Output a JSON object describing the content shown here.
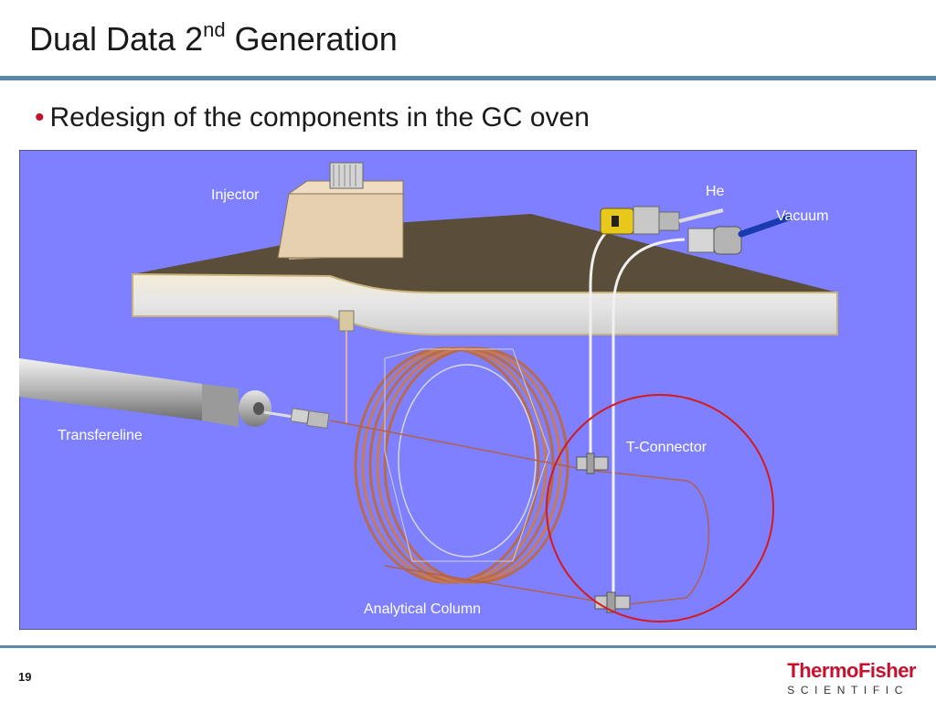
{
  "slide": {
    "title_prefix": "Dual Data 2",
    "title_sup": "nd",
    "title_suffix": " Generation",
    "bullet": "Redesign of the components in the GC oven",
    "page_number": "19"
  },
  "diagram": {
    "labels": {
      "injector": "Injector",
      "he": "He",
      "vacuum": "Vacuum",
      "transferline": "Transfereline",
      "t_connector": "T-Connector",
      "analytical_column": "Analytical Column"
    },
    "colors": {
      "background": "#7f80ff",
      "highlight_circle": "#d41a1a",
      "column_coil": "#b86a4a"
    }
  },
  "logo": {
    "line1": "ThermoFisher",
    "line2": "SCIENTIFIC"
  }
}
